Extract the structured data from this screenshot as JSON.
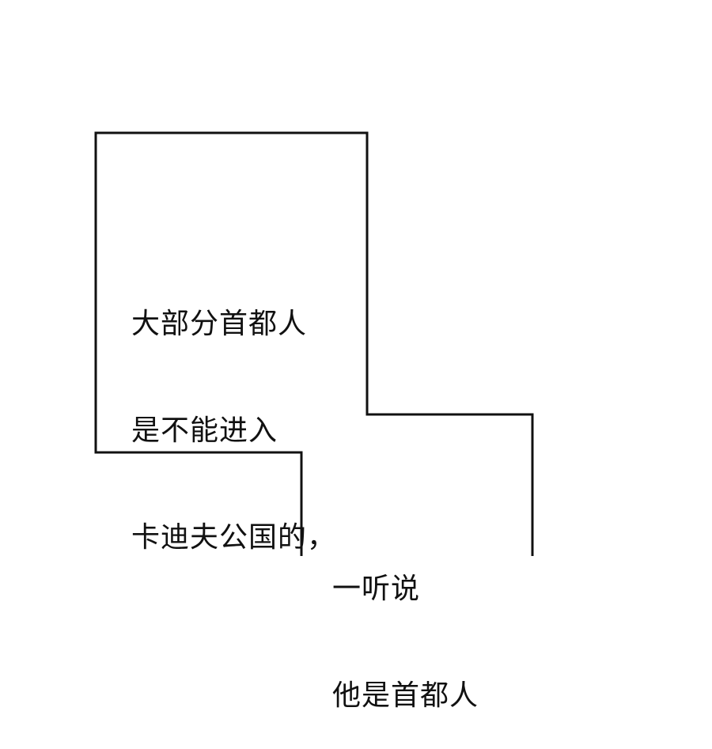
{
  "panel": {
    "background": "#ffffff",
    "stroke": "#111111"
  },
  "captions": [
    {
      "lines": [
        "大部分首都人",
        "是不能进入",
        "卡迪夫公国的，"
      ]
    },
    {
      "lines": [
        "一听说",
        "他是首都人"
      ]
    }
  ]
}
